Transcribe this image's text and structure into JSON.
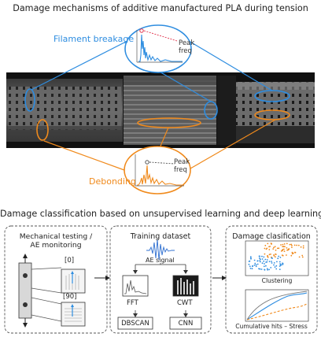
{
  "top_title": "Damage mechanisms of additive manufactured PLA during tension",
  "bottom_title": "Damage classification based on unsupervised learning and deep learning",
  "filament": {
    "label": "Filament breakage",
    "peak_label_line1": "Peak",
    "peak_label_line2": "freq"
  },
  "debonding": {
    "label": "Debonding",
    "peak_label_line1": "Peak",
    "peak_label_line2": "freq"
  },
  "panel_mechanical": {
    "title_line1": "Mechanical testing /",
    "title_line2": "AE monitoring",
    "orientation_0": "[0]",
    "orientation_90": "[90]"
  },
  "panel_training": {
    "title": "Training dataset",
    "ae_signal": "AE signal",
    "fft": "FFT",
    "cwt": "CWT",
    "dbscan": "DBSCAN",
    "cnn": "CNN"
  },
  "panel_classification": {
    "title": "Damage clasification",
    "clustering": "Clustering",
    "cumulative": "Cumulative hits – Stress"
  },
  "colors": {
    "filament_blue": "#2e8de0",
    "debond_orange": "#f08a1c",
    "peak_red": "#e0304a"
  }
}
